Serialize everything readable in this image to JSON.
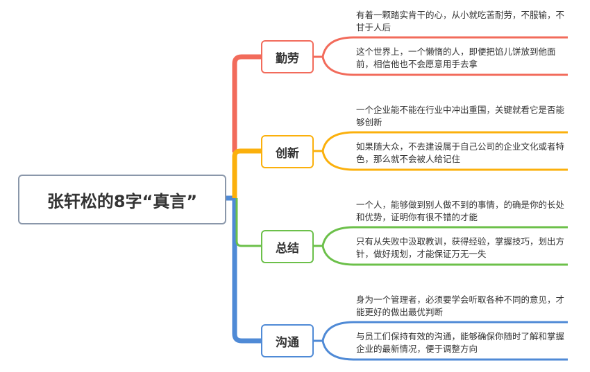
{
  "root": {
    "title": "张轩松的8字“真言”"
  },
  "branches": [
    {
      "label": "勤劳",
      "color": "#f26b5b",
      "leaves": [
        "有着一颗踏实肯干的心，从小就吃苦耐劳，不服输，不甘于人后",
        "这个世界上，一个懒惰的人，即便把馅儿饼放到他面前，相信他也不会愿意用手去拿"
      ]
    },
    {
      "label": "创新",
      "color": "#fbb00c",
      "leaves": [
        "一个企业能不能在行业中冲出重围，关键就看它是否能够创新",
        "如果随大众，不去建设属于自己公司的企业文化或者特色，那么就不会被人给记住"
      ]
    },
    {
      "label": "总结",
      "color": "#6cc04a",
      "leaves": [
        "一个人，能够做到别人做不到的事情，的确是你的长处和优势，证明你有很不错的才能",
        "只有从失败中汲取教训，获得经验，掌握技巧，划出方针，做好规划，才能保证万无一失"
      ]
    },
    {
      "label": "沟通",
      "color": "#4f8ad6",
      "leaves": [
        "身为一个管理者，必须要学会听取各种不同的意见，才能更好的做出最优判断",
        "与员工们保持有效的沟通，能够确保你随时了解和掌握企业的最新情况，便于调整方向"
      ]
    }
  ]
}
